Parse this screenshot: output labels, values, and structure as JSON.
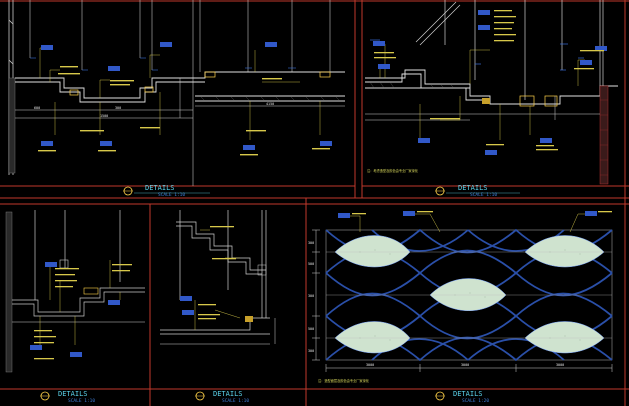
{
  "panels": [
    {
      "id": "p1",
      "caption": {
        "title": "DETAILS",
        "scale": "SCALE 1:10"
      },
      "notes": []
    },
    {
      "id": "p2",
      "caption": {
        "title": "DETAILS",
        "scale": "SCALE 1:10"
      },
      "notes": [
        "注：考虑造型及颜色由专业厂家深化"
      ]
    },
    {
      "id": "p3",
      "caption": {
        "title": "DETAILS",
        "scale": "SCALE 1:10"
      },
      "notes": []
    },
    {
      "id": "p4",
      "caption": {
        "title": "DETAILS",
        "scale": "SCALE 1:10"
      },
      "notes": []
    },
    {
      "id": "p5",
      "caption": {
        "title": "DETAILS",
        "scale": "SCALE 1:20"
      },
      "notes": [
        "注：造型面层及颜色由专业厂家深化"
      ]
    }
  ],
  "p1_dims": [
    "600",
    "300",
    "1500",
    "4150"
  ],
  "p5_dims": {
    "bottom": [
      "3000",
      "3000",
      "3000"
    ],
    "left": [
      "300",
      "500",
      "300",
      "500",
      "300"
    ]
  },
  "colors": {
    "background": "#000000",
    "frame": "#c0392b",
    "lines": "#d8d8d8",
    "leaders": "#d7c84a",
    "caption": "#5ad0e8",
    "pattern": "#1f3f8c",
    "fill": "#cfe3cf"
  }
}
